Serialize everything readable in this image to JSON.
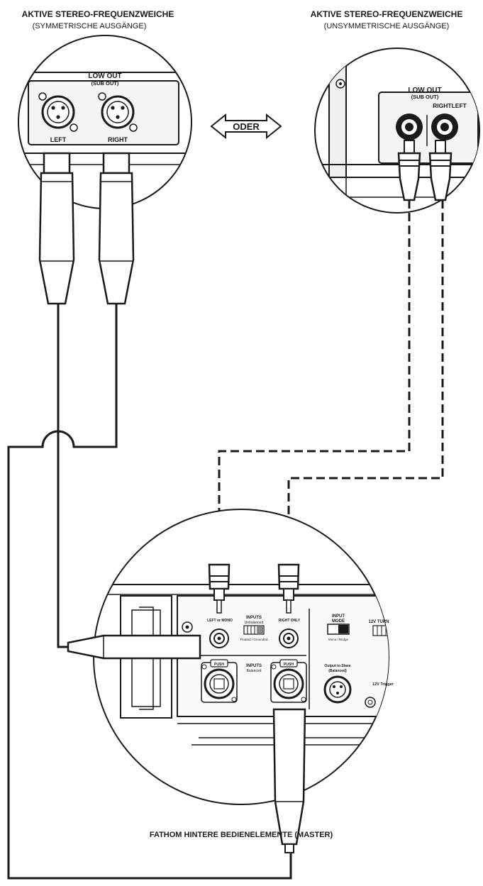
{
  "left_panel": {
    "title": "AKTIVE STEREO-FREQUENZWEICHE",
    "subtitle": "(SYMMETRISCHE AUSGÄNGE)",
    "low_out": "LOW OUT",
    "sub_out": "(SUB OUT)",
    "left_label": "LEFT",
    "right_label": "RIGHT"
  },
  "right_panel": {
    "title": "AKTIVE STEREO-FREQUENZWEICHE",
    "subtitle": "(UNSYMMETRISCHE AUSGÄNGE)",
    "low_out": "LOW OUT",
    "sub_out": "(SUB OUT)",
    "right_left_label": "RIGHTLEFT"
  },
  "oder_label": "ODER",
  "amp_panel": {
    "left_or_mono": "LEFT or MONO",
    "inputs_unbalanced": "INPUTS",
    "unbalanced": "Unbalanced",
    "right_only": "RIGHT ONLY",
    "input_mode": "INPUT",
    "mode": "MODE",
    "mono_bridge": "Mono / Bridge",
    "twelve_v_turn": "12V TURN",
    "inputs_balanced": "INPUTS",
    "balanced": "Balanced",
    "push": "PUSH",
    "output_to_slave": "Output to Slave",
    "balanced_out": "(Balanced)",
    "twelve_v_trigger": "12V Trigger",
    "floated_grounded": "Floated / Grounded"
  },
  "bottom_caption": "FATHOM HINTERE BEDIENELEMENTE (MASTER)"
}
